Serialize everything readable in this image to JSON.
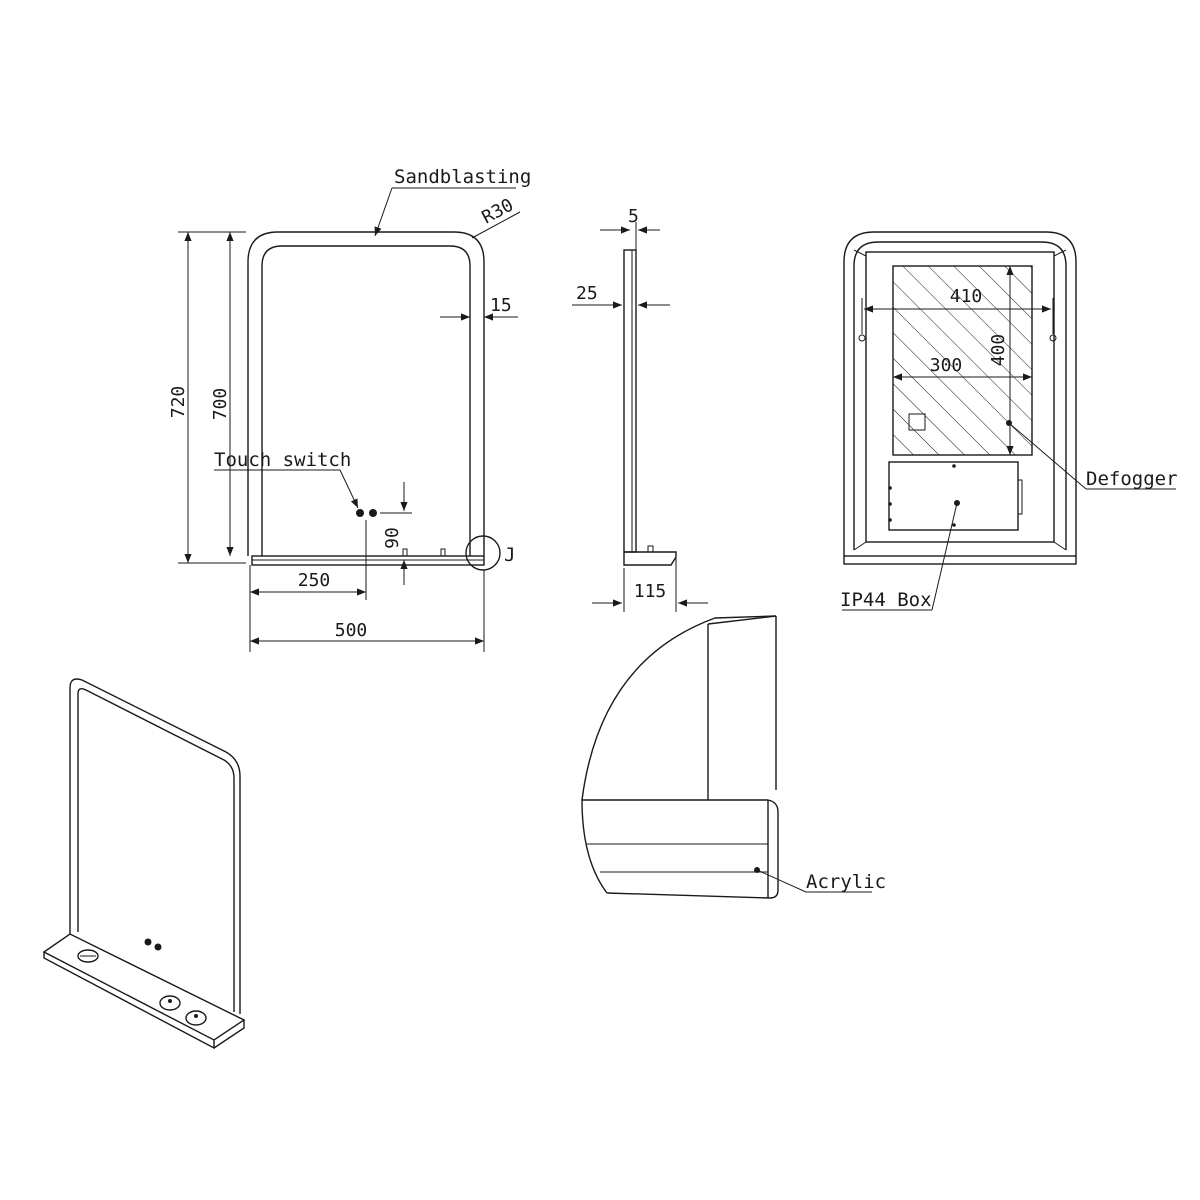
{
  "labels": {
    "sandblasting": "Sandblasting",
    "touch_switch": "Touch switch",
    "defogger": "Defogger",
    "ip44_box": "IP44  Box",
    "acrylic": "Acrylic",
    "detail_mark": "J",
    "radius": "R30"
  },
  "dimensions": {
    "overall_height": "720",
    "mirror_height": "700",
    "switch_offset": "250",
    "overall_width": "500",
    "switch_height": "90",
    "frame_width": "15",
    "side_thickness": "25",
    "side_top": "5",
    "shelf_depth": "115",
    "defogger_width": "410",
    "defogger_height": "400",
    "defogger_inner": "300"
  },
  "colors": {
    "line": "#1a1a1a",
    "background": "#ffffff"
  }
}
